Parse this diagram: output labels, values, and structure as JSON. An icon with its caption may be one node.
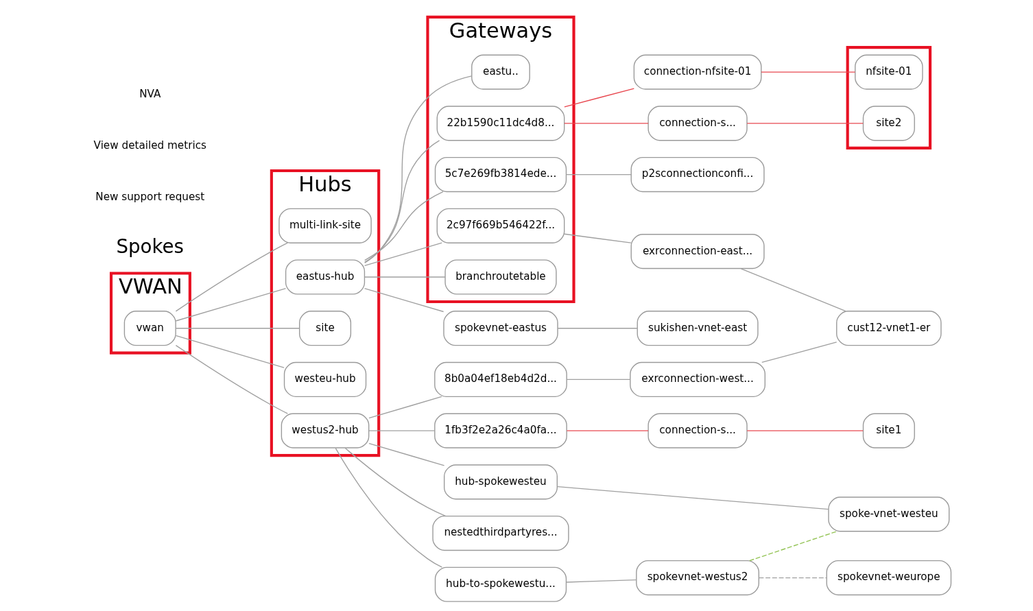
{
  "diagram": {
    "nodes": [
      {
        "text": [
          "VWAN"
        ]
      },
      {
        "text": [
          "vwan"
        ],
        "in": 0
      },
      {
        "text": [
          "Hubs"
        ]
      },
      {
        "text": [
          "multi-link-site"
        ],
        "in": 2
      },
      {
        "text": [
          "eastus-hub"
        ],
        "in": 2
      },
      {
        "text": [
          "site"
        ],
        "in": 2
      },
      {
        "text": [
          "westeu-hub"
        ],
        "in": 2
      },
      {
        "text": [
          "westus2-hub"
        ],
        "in": 2
      },
      {
        "text": [
          "Gateways"
        ]
      },
      {
        "text": [
          "eastu.."
        ],
        "in": 8
      },
      {
        "text": [
          "22b1590c11dc4d8..."
        ],
        "in": 8
      },
      {
        "text": [
          "5c7e269fb3814ede..."
        ],
        "in": 8
      },
      {
        "text": [
          "2c97f669b546422f..."
        ],
        "in": 8
      },
      {
        "text": [
          "branchroutetable"
        ],
        "in": 8
      },
      {
        "text": [
          "spokevnet-eastus"
        ]
      },
      {
        "text": [
          "8b0a04ef18eb4d2d..."
        ]
      },
      {
        "text": [
          "1fb3f2e2a26c4a0fa..."
        ]
      },
      {
        "text": [
          "hub-spokewesteu"
        ]
      },
      {
        "text": [
          "nestedthirdpartyres..."
        ]
      },
      {
        "text": [
          "hub-to-spokewestu..."
        ]
      },
      {
        "text": [
          "connection-nfsite-01"
        ]
      },
      {
        "text": [
          "connection-s..."
        ]
      },
      {
        "text": [
          "p2sconnectionconfi..."
        ]
      },
      {
        "text": [
          "exrconnection-east..."
        ]
      },
      {
        "text": [
          "sukishen-vnet-east"
        ]
      },
      {
        "text": [
          "exrconnection-west..."
        ]
      },
      {
        "text": [
          "connection-s..."
        ]
      },
      {
        "text": [
          "spokevnet-westus2"
        ]
      },
      {
        "text": [],
        "shape": "box"
      },
      {
        "text": [
          "nfsite-01"
        ],
        "in": 28
      },
      {
        "text": [
          "site2"
        ],
        "in": 28
      },
      {
        "text": [
          "cust12-vnet1-er"
        ]
      },
      {
        "text": [
          "site1"
        ]
      },
      {
        "text": [
          "spoke-vnet-westeu"
        ]
      },
      {
        "text": [
          "spokevnet-weurope"
        ]
      }
    ],
    "edges": [
      {
        "from": 1,
        "to": 3,
        "arrow": "none"
      },
      {
        "from": 1,
        "to": 4,
        "arrow": "none"
      },
      {
        "from": 1,
        "to": 5,
        "arrow": "none"
      },
      {
        "from": 1,
        "to": 6,
        "arrow": "none"
      },
      {
        "from": 1,
        "to": 7,
        "arrow": "none"
      },
      {
        "from": 4,
        "to": 9,
        "arrow": "none"
      },
      {
        "from": 4,
        "to": 10,
        "arrow": "none"
      },
      {
        "from": 4,
        "to": 11,
        "arrow": "none"
      },
      {
        "from": 4,
        "to": 12,
        "arrow": "none"
      },
      {
        "from": 4,
        "to": 13,
        "arrow": "none"
      },
      {
        "from": 4,
        "to": 14,
        "arrow": "none"
      },
      {
        "from": 7,
        "to": 15,
        "arrow": "none"
      },
      {
        "from": 7,
        "to": 16,
        "arrow": "none"
      },
      {
        "from": 7,
        "to": 17,
        "arrow": "none"
      },
      {
        "from": 7,
        "to": 18,
        "arrow": "none"
      },
      {
        "from": 7,
        "to": 19,
        "arrow": "none"
      },
      {
        "from": 10,
        "to": 20,
        "arrow": "none",
        "color": "#e8474f"
      },
      {
        "from": 10,
        "to": 21,
        "arrow": "none",
        "color": "#e8474f"
      },
      {
        "from": 20,
        "to": 29,
        "arrow": "none",
        "color": "#e8474f"
      },
      {
        "from": 21,
        "to": 30,
        "arrow": "none",
        "color": "#e8474f"
      },
      {
        "from": 11,
        "to": 22,
        "arrow": "none"
      },
      {
        "from": 12,
        "to": 23,
        "arrow": "none"
      },
      {
        "from": 23,
        "to": 31,
        "arrow": "none"
      },
      {
        "from": 14,
        "to": 24,
        "arrow": "none"
      },
      {
        "from": 15,
        "to": 25,
        "arrow": "none"
      },
      {
        "from": 25,
        "to": 31,
        "arrow": "none"
      },
      {
        "from": 16,
        "to": 26,
        "arrow": "none",
        "color": "#e8474f"
      },
      {
        "from": 26,
        "to": 32,
        "arrow": "none",
        "color": "#e8474f"
      },
      {
        "from": 17,
        "to": 33,
        "arrow": "none"
      },
      {
        "from": 19,
        "to": 27,
        "arrow": "none"
      },
      {
        "from": 27,
        "to": 33,
        "arrow": "none",
        "style": "dashed",
        "color": "#92c353"
      },
      {
        "from": 27,
        "to": 34,
        "arrow": "none",
        "style": "dashed"
      }
    ],
    "labels": [
      "Spokes",
      "New support request",
      "View detailed metrics",
      "NVA"
    ]
  }
}
